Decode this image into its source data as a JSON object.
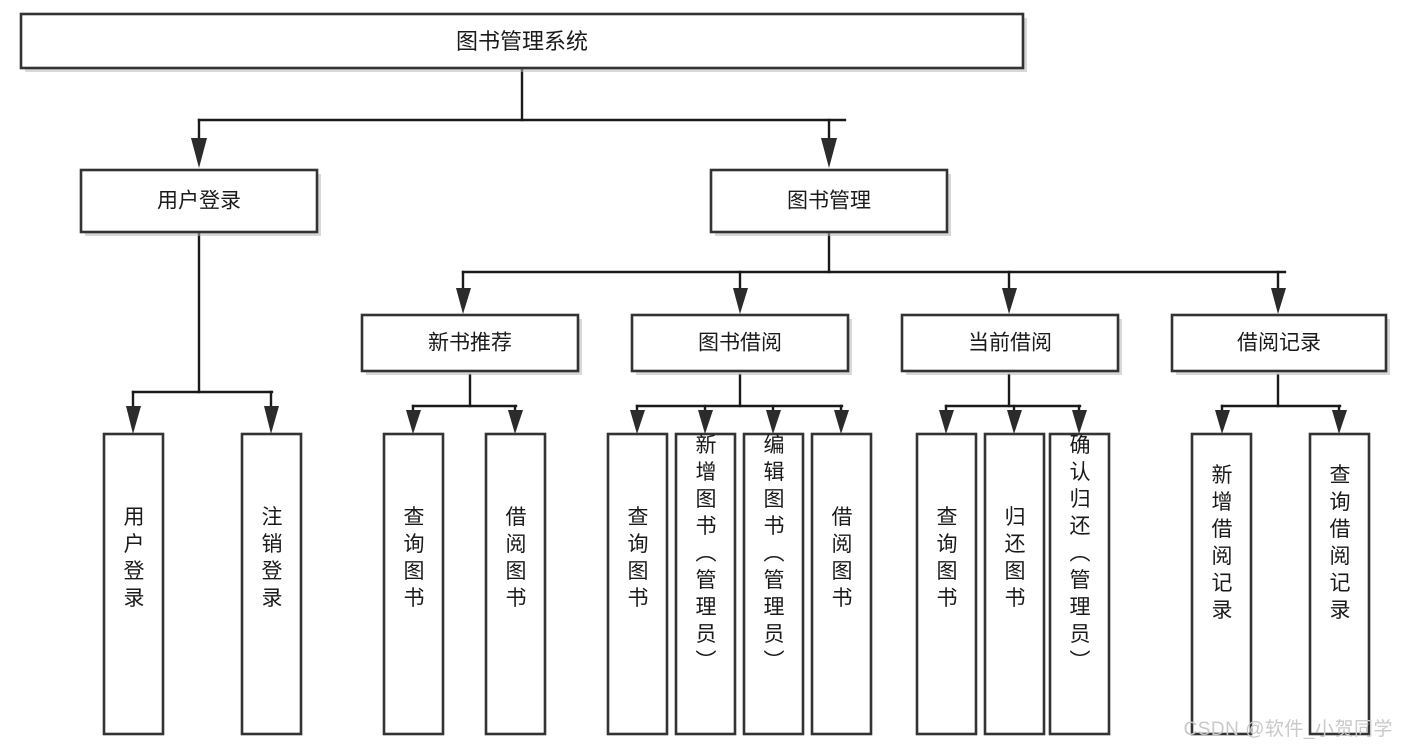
{
  "diagram": {
    "type": "tree-hierarchy",
    "title": "图书管理系统",
    "watermark": "CSDN @软件_小贺同学",
    "colors": {
      "background": "#ffffff",
      "node_border": "#333333",
      "node_fill": "#ffffff",
      "edge": "#1a1a1a",
      "text": "#1a1a1a",
      "watermark": "#c9c9c9"
    },
    "nodes": {
      "root": {
        "label": "图书管理系统",
        "level": 0,
        "orientation": "horizontal"
      },
      "l1": [
        {
          "id": "user-login",
          "label": "用户登录",
          "level": 1,
          "orientation": "horizontal"
        },
        {
          "id": "book-manage",
          "label": "图书管理",
          "level": 1,
          "orientation": "horizontal"
        }
      ],
      "l2": [
        {
          "id": "new-book-recommend",
          "label": "新书推荐",
          "level": 2,
          "orientation": "horizontal",
          "parent": "book-manage"
        },
        {
          "id": "book-borrow",
          "label": "图书借阅",
          "level": 2,
          "orientation": "horizontal",
          "parent": "book-manage"
        },
        {
          "id": "current-borrow",
          "label": "当前借阅",
          "level": 2,
          "orientation": "horizontal",
          "parent": "book-manage"
        },
        {
          "id": "borrow-record",
          "label": "借阅记录",
          "level": 2,
          "orientation": "horizontal",
          "parent": "book-manage"
        }
      ],
      "leaves": [
        {
          "id": "leaf-user-login",
          "label": "用户登录",
          "parent": "user-login",
          "orientation": "vertical"
        },
        {
          "id": "leaf-logout-login",
          "label": "注销登录",
          "parent": "user-login",
          "orientation": "vertical"
        },
        {
          "id": "leaf-query-book-1",
          "label": "查询图书",
          "parent": "new-book-recommend",
          "orientation": "vertical"
        },
        {
          "id": "leaf-borrow-book-1",
          "label": "借阅图书",
          "parent": "new-book-recommend",
          "orientation": "vertical"
        },
        {
          "id": "leaf-query-book-2",
          "label": "查询图书",
          "parent": "book-borrow",
          "orientation": "vertical"
        },
        {
          "id": "leaf-add-book",
          "label": "新增图书（管理员）",
          "parent": "book-borrow",
          "orientation": "vertical"
        },
        {
          "id": "leaf-edit-book",
          "label": "编辑图书（管理员）",
          "parent": "book-borrow",
          "orientation": "vertical"
        },
        {
          "id": "leaf-borrow-book-2",
          "label": "借阅图书",
          "parent": "book-borrow",
          "orientation": "vertical"
        },
        {
          "id": "leaf-query-book-3",
          "label": "查询图书",
          "parent": "current-borrow",
          "orientation": "vertical"
        },
        {
          "id": "leaf-return-book",
          "label": "归还图书",
          "parent": "current-borrow",
          "orientation": "vertical"
        },
        {
          "id": "leaf-confirm-return",
          "label": "确认归还（管理员）",
          "parent": "current-borrow",
          "orientation": "vertical"
        },
        {
          "id": "leaf-add-record",
          "label": "新增借阅记录",
          "parent": "borrow-record",
          "orientation": "vertical"
        },
        {
          "id": "leaf-query-record",
          "label": "查询借阅记录",
          "parent": "borrow-record",
          "orientation": "vertical"
        }
      ]
    }
  }
}
